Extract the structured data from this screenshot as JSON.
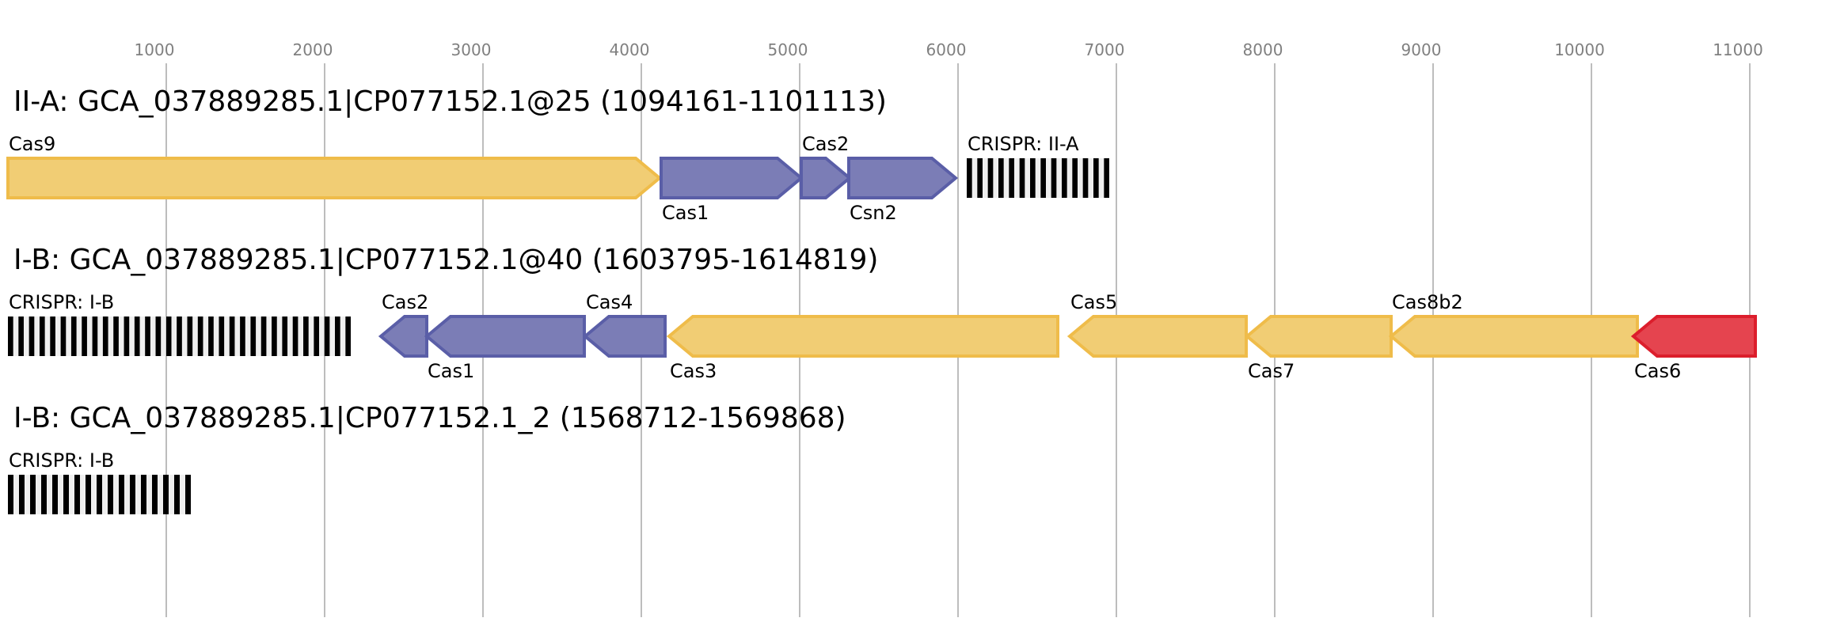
{
  "chart_data": {
    "type": "gene-locus-map",
    "xlabel": "",
    "axis": {
      "range": [
        0,
        11000
      ],
      "ticks": [
        1000,
        2000,
        3000,
        4000,
        5000,
        6000,
        7000,
        8000,
        9000,
        10000,
        11000
      ],
      "grid": true
    },
    "colors": {
      "adaptation": {
        "fill": "#7b7db6",
        "stroke": "#5a5ea7"
      },
      "effector": {
        "fill": "#f1cd74",
        "stroke": "#efbc4a"
      },
      "processing": {
        "fill": "#e5444f",
        "stroke": "#dc1e2c"
      },
      "crispr_bar": "#000000",
      "crispr_gap": "#efefef"
    },
    "rows": [
      {
        "title": "II-A: GCA_037889285.1|CP077152.1@25 (1094161-1101113)",
        "features": [
          {
            "kind": "gene",
            "label": "Cas9",
            "start": 0,
            "end": 4115,
            "strand": "+",
            "group": "effector",
            "label_pos": "above"
          },
          {
            "kind": "gene",
            "label": "Cas1",
            "start": 4125,
            "end": 5010,
            "strand": "+",
            "group": "adaptation",
            "label_pos": "below"
          },
          {
            "kind": "gene",
            "label": "Cas2",
            "start": 5010,
            "end": 5315,
            "strand": "+",
            "group": "adaptation",
            "label_pos": "above"
          },
          {
            "kind": "gene",
            "label": "Csn2",
            "start": 5310,
            "end": 5985,
            "strand": "+",
            "group": "adaptation",
            "label_pos": "below"
          },
          {
            "kind": "crispr",
            "label": "CRISPR: II-A",
            "start": 6055,
            "end": 6955,
            "repeats": 14,
            "label_pos": "above"
          }
        ]
      },
      {
        "title": "I-B: GCA_037889285.1|CP077152.1@40 (1603795-1614819)",
        "features": [
          {
            "kind": "crispr",
            "label": "CRISPR: I-B",
            "start": 0,
            "end": 2165,
            "repeats": 33,
            "label_pos": "above"
          },
          {
            "kind": "gene",
            "label": "Cas2",
            "start": 2355,
            "end": 2645,
            "strand": "-",
            "group": "adaptation",
            "label_pos": "above"
          },
          {
            "kind": "gene",
            "label": "Cas1",
            "start": 2645,
            "end": 3640,
            "strand": "-",
            "group": "adaptation",
            "label_pos": "below"
          },
          {
            "kind": "gene",
            "label": "Cas4",
            "start": 3645,
            "end": 4150,
            "strand": "-",
            "group": "adaptation",
            "label_pos": "above"
          },
          {
            "kind": "gene",
            "label": "Cas3",
            "start": 4175,
            "end": 6630,
            "strand": "-",
            "group": "effector",
            "label_pos": "below"
          },
          {
            "kind": "gene",
            "label": "Cas5",
            "start": 6705,
            "end": 7820,
            "strand": "-",
            "group": "effector",
            "label_pos": "above"
          },
          {
            "kind": "gene",
            "label": "Cas7",
            "start": 7825,
            "end": 8735,
            "strand": "-",
            "group": "effector",
            "label_pos": "below"
          },
          {
            "kind": "gene",
            "label": "Cas8b2",
            "start": 8735,
            "end": 10290,
            "strand": "-",
            "group": "effector",
            "label_pos": "above"
          },
          {
            "kind": "gene",
            "label": "Cas6",
            "start": 10265,
            "end": 11035,
            "strand": "-",
            "group": "processing",
            "label_pos": "below"
          }
        ]
      },
      {
        "title": "I-B: GCA_037889285.1|CP077152.1_2 (1568712-1569868)",
        "features": [
          {
            "kind": "crispr",
            "label": "CRISPR: I-B",
            "start": 0,
            "end": 1155,
            "repeats": 17,
            "label_pos": "above"
          }
        ]
      }
    ]
  }
}
